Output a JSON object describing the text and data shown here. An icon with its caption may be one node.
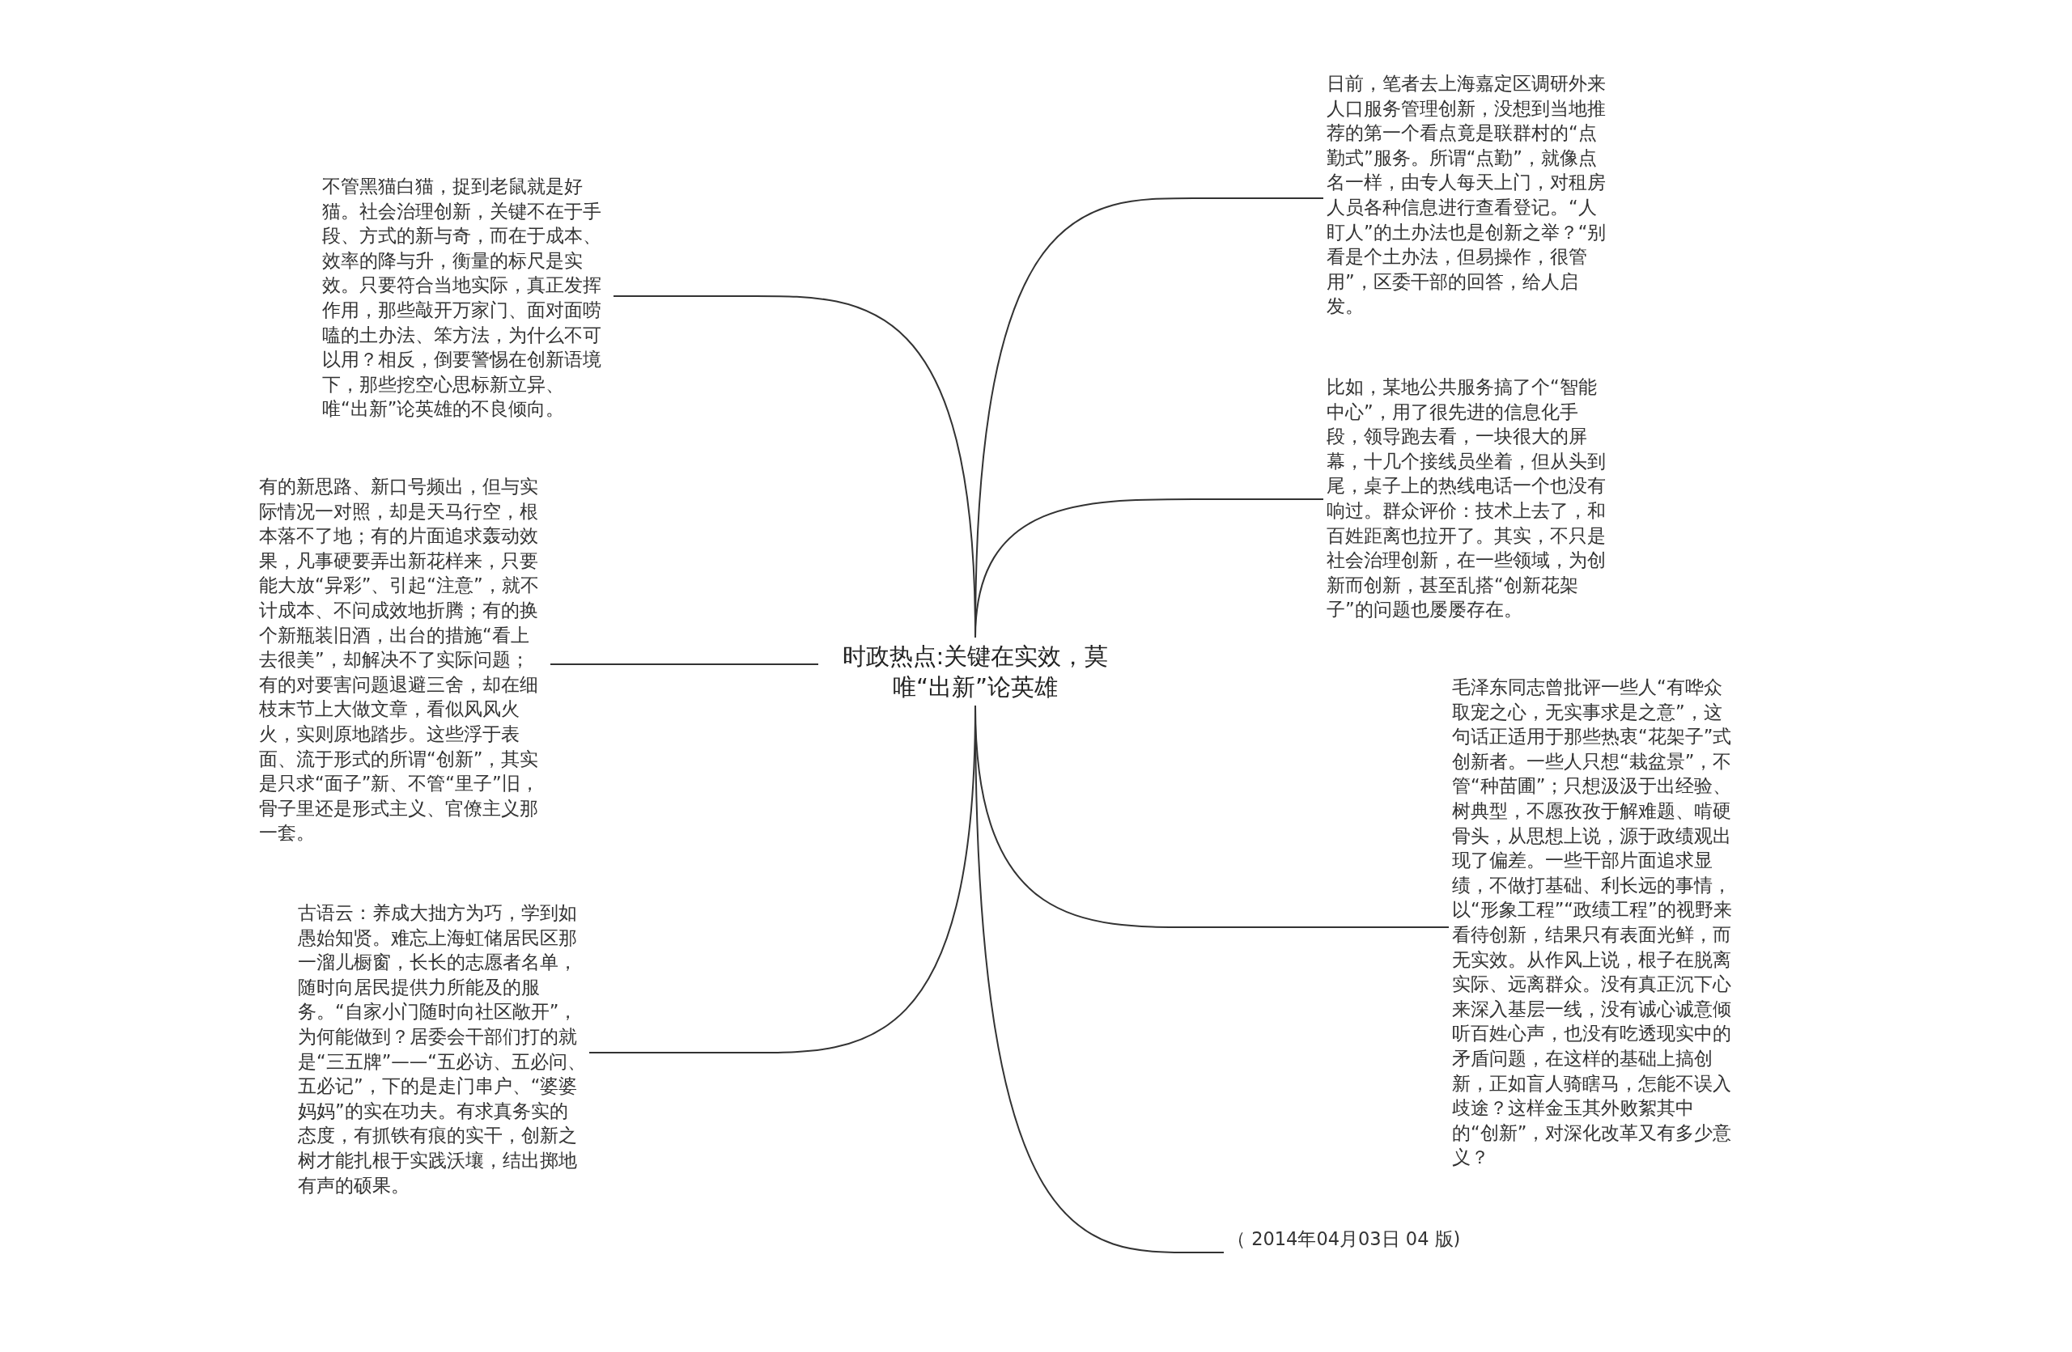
{
  "diagram": {
    "nodes": [
      {
        "text": [
          "时政热点:关键在实效，莫唯“出新”论英雄"
        ]
      },
      {
        "text": [
          "不管黑猫白猫，捉到老鼠就是好猫。社会治理创新，关键不在于手段、方式的新与奇，而在于成本、效率的降与升，衡量的标尺是实效。只要符合当地实际，真正发挥作用，那些敲开万家门、面对面唠嗑的土办法、笨方法，为什么不可以用？相反，倒要警惕在创新语境下，那些挖空心思标新立异、唯“出新”论英雄的不良倾向。"
        ]
      },
      {
        "text": [
          "有的新思路、新口号频出，但与实际情况一对照，却是天马行空，根本落不了地；有的片面追求轰动效果，凡事硬要弄出新花样来，只要能大放“异彩”、引起“注意”，就不计成本、不问成效地折腾；有的换个新瓶装旧酒，出台的措施“看上去很美”，却解决不了实际问题；有的对要害问题退避三舍，却在细枝末节上大做文章，看似风风火火，实则原地踏步。这些浮于表面、流于形式的所谓“创新”，其实是只求“面子”新、不管“里子”旧，骨子里还是形式主义、官僚主义那一套。"
        ]
      },
      {
        "text": [
          "古语云：养成大拙方为巧，学到如愚始知贤。难忘上海虹储居民区那一溜儿橱窗，长长的志愿者名单，随时向居民提供力所能及的服务。“自家小门随时向社区敞开”，为何能做到？居委会干部们打的就是“三五牌”——“五必访、五必问、五必记”，下的是走门串户、“婆婆妈妈”的实在功夫。有求真务实的态度，有抓铁有痕的实干，创新之树才能扎根于实践沃壤，结出掷地有声的硕果。"
        ]
      },
      {
        "text": [
          "日前，笔者去上海嘉定区调研外来人口服务管理创新，没想到当地推荐的第一个看点竟是联群村的“点勤式”服务。所谓“点勤”，就像点名一样，由专人每天上门，对租房人员各种信息进行查看登记。“人盯人”的土办法也是创新之举？“别看是个土办法，但易操作，很管用”，区委干部的回答，给人启发。"
        ]
      },
      {
        "text": [
          "比如，某地公共服务搞了个“智能中心”，用了很先进的信息化手段，领导跑去看，一块很大的屏幕，十几个接线员坐着，但从头到尾，桌子上的热线电话一个也没有响过。群众评价：技术上去了，和百姓距离也拉开了。其实，不只是社会治理创新，在一些领域，为创新而创新，甚至乱搭“创新花架子”的问题也屡屡存在。"
        ]
      },
      {
        "text": [
          "毛泽东同志曾批评一些人“有哗众取宠之心，无实事求是之意”，这句话正适用于那些热衷“花架子”式创新者。一些人只想“栽盆景”，不管“种苗圃”；只想汲汲于出经验、树典型，不愿孜孜于解难题、啃硬骨头，从思想上说，源于政绩观出现了偏差。一些干部片面追求显绩，不做打基础、利长远的事情，以“形象工程”“政绩工程”的视野来看待创新，结果只有表面光鲜，而无实效。从作风上说，根子在脱离实际、远离群众。没有真正沉下心来深入基层一线，没有诚心诚意倾听百姓心声，也没有吃透现实中的矛盾问题，在这样的基础上搞创新，正如盲人骑瞎马，怎能不误入歧途？这样金玉其外败絮其中的“创新”，对深化改革又有多少意义？"
        ]
      },
      {
        "text": [
          "（ 2014年04月03日 04 版)"
        ]
      }
    ],
    "edges": [
      {
        "from": 0,
        "to": 1,
        "arrow": "none"
      },
      {
        "from": 0,
        "to": 2,
        "arrow": "none"
      },
      {
        "from": 0,
        "to": 3,
        "arrow": "none"
      },
      {
        "from": 0,
        "to": 4,
        "arrow": "none"
      },
      {
        "from": 0,
        "to": 5,
        "arrow": "none"
      },
      {
        "from": 0,
        "to": 6,
        "arrow": "none"
      },
      {
        "from": 0,
        "to": 7,
        "arrow": "none"
      }
    ]
  }
}
